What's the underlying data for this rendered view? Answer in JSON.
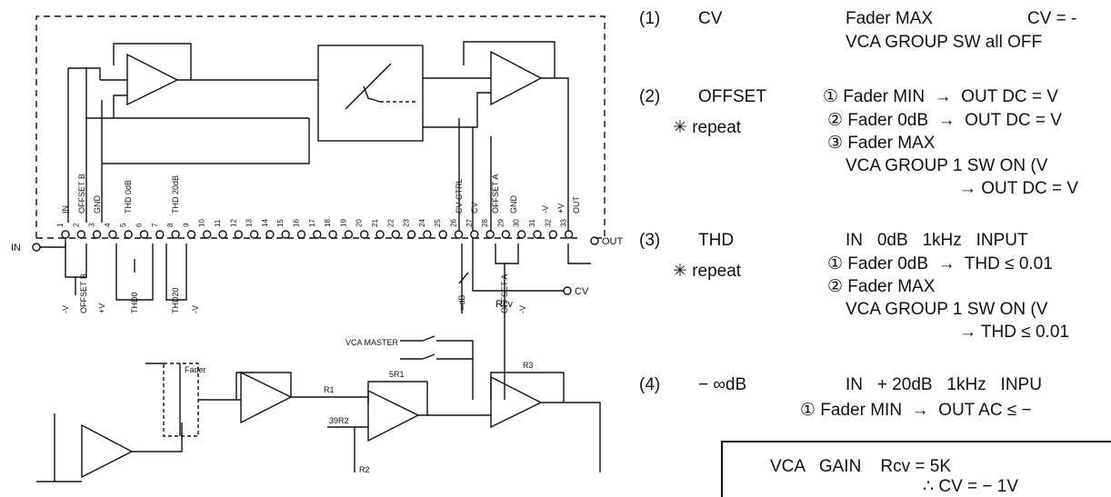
{
  "schematic": {
    "in_label": "IN",
    "out_label": "OUT",
    "cv_label": "CV",
    "rcv_label": "Rcv",
    "fader_label": "Fader",
    "vca_master_label": "VCA\nMASTER",
    "r1": "R1",
    "r2": "R2",
    "r3": "R3",
    "r_5r1": "5R1",
    "r_39r2": "39R2",
    "pin_labels": [
      "IN",
      "OFFSET B",
      "GND",
      "THD 0dB",
      "THD 20dB",
      "CV CTRL",
      "CV",
      "OFFSET A",
      "GND",
      "-V",
      "+V",
      "OUT"
    ],
    "bottom_labels": [
      "-V",
      "OFFSET B",
      "+V",
      "THD0",
      "THD20",
      "-V",
      "-∞dB",
      "OFFSET A",
      "-V"
    ],
    "pin_numbers": [
      "1",
      "2",
      "3",
      "4",
      "5",
      "6",
      "7",
      "8",
      "9",
      "10",
      "11",
      "12",
      "13",
      "14",
      "15",
      "16",
      "17",
      "18",
      "19",
      "20",
      "21",
      "22",
      "23",
      "24",
      "25",
      "26",
      "27",
      "28",
      "29",
      "30",
      "31",
      "32",
      "33"
    ]
  },
  "notes": {
    "n1_num": "(1)",
    "n1_name": "CV",
    "n1_a": "Fader MAX",
    "n1_b": "CV = -",
    "n1_c": "VCA GROUP SW all OFF",
    "n2_num": "(2)",
    "n2_name": "OFFSET",
    "n2_a": "① Fader MIN  →  OUT DC = V",
    "n2_b": "② Fader 0dB  →  OUT DC = V",
    "n2_c": "③ Fader MAX",
    "n2_d": "VCA GROUP 1 SW ON (V",
    "n2_e": "→ OUT DC = V",
    "repeat_1": "✳ repeat",
    "n3_num": "(3)",
    "n3_name": "THD",
    "n3_a": "IN   0dB   1kHz   INPUT",
    "n3_b": "① Fader 0dB  →  THD ≤ 0.01",
    "n3_c": "② Fader MAX",
    "n3_d": "VCA GROUP 1 SW ON (V",
    "n3_e": "→ THD ≤ 0.01",
    "repeat_2": "✳ repeat",
    "n4_num": "(4)",
    "n4_name": "− ∞dB",
    "n4_a": "IN   + 20dB   1kHz   INPU",
    "n4_b": "① Fader MIN  →  OUT AC ≤ −",
    "gain_a": "VCA   GAIN    Rcv = 5K",
    "gain_b": "∴ CV = − 1V"
  }
}
